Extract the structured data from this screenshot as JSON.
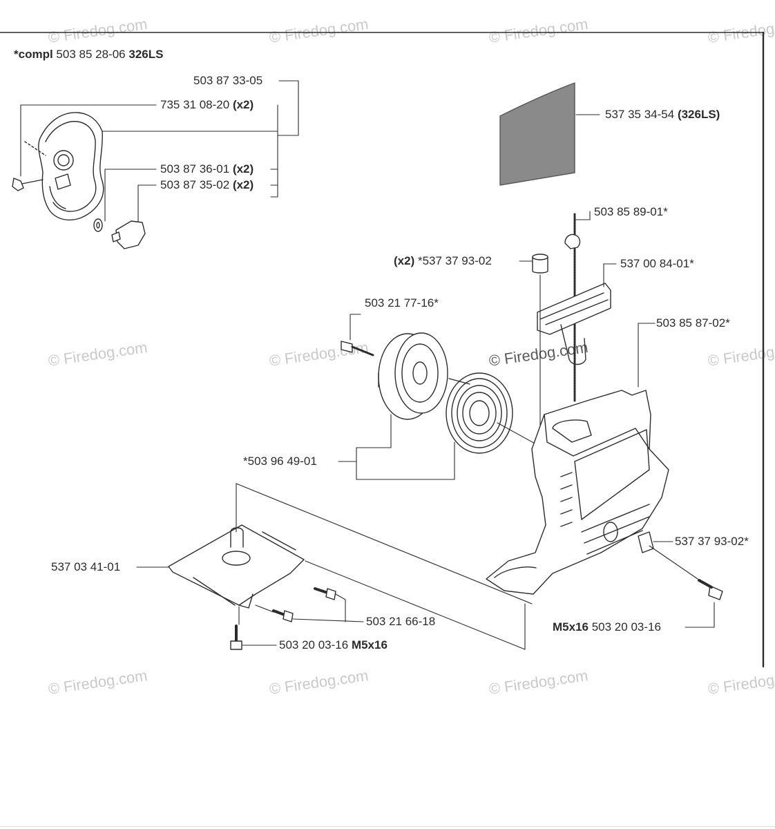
{
  "header": {
    "prefix": "*compl",
    "part": "503 85 28-06",
    "model": "326LS"
  },
  "watermark": "© Firedog.com",
  "callouts": {
    "p_503873305": "503 87 33-05",
    "p_735310820": "735 31 08-20",
    "p_735310820_qty": "(x2)",
    "p_503873601": "503 87 36-01",
    "p_503873601_qty": "(x2)",
    "p_503873502": "503 87 35-02",
    "p_503873502_qty": "(x2)",
    "p_537353454": "537 35 34-54",
    "p_537353454_model": "(326LS)",
    "p_503858901": "503 85 89-01*",
    "p_537379302_top_qty": "(x2)",
    "p_537379302_top": "*537 37 93-02",
    "p_537008401": "537 00 84-01*",
    "p_503217716": "503 21 77-16*",
    "p_503858702": "503 85 87-02*",
    "p_503964901": "*503 96 49-01",
    "p_537034101": "537 03 41-01",
    "p_537379302_right": "537 37 93-02*",
    "p_503216618": "503 21 66-18",
    "p_503200316_right_size": "M5x16",
    "p_503200316_right": "503 20 03-16",
    "p_503200316_left": "503 20 03-16",
    "p_503200316_left_size": "M5x16"
  }
}
